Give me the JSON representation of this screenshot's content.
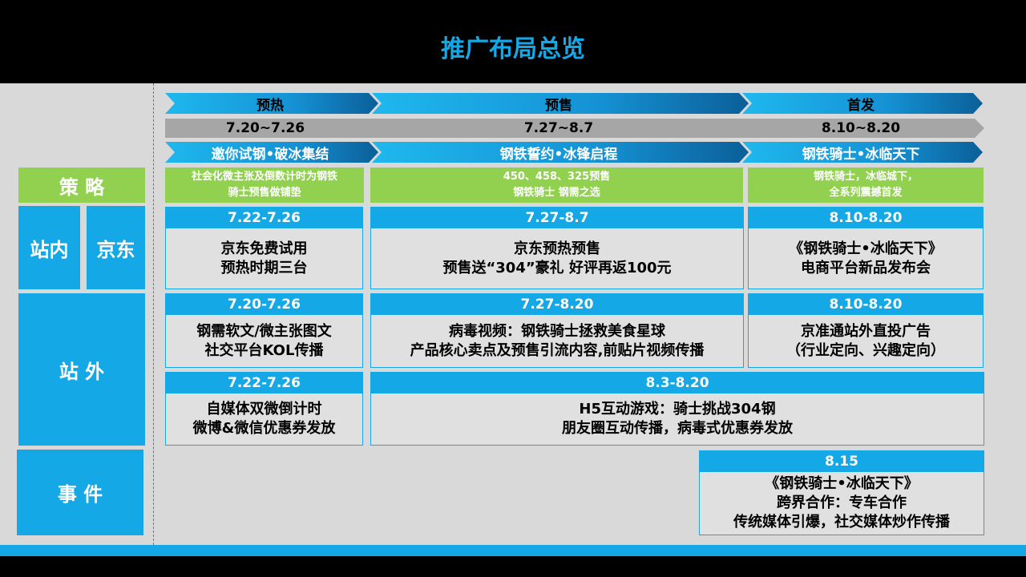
{
  "title": "推广布局总览",
  "phases": [
    {
      "label": "预热",
      "dates": "7.20~7.26",
      "theme": "邀你试钢•破冰集结"
    },
    {
      "label": "预售",
      "dates": "7.27~8.7",
      "theme": "钢铁誓约•冰锋启程"
    },
    {
      "label": "首发",
      "dates": "8.10~8.20",
      "theme": "钢铁骑士•冰临天下"
    }
  ],
  "rows": {
    "strategy": "策 略",
    "inside": "站内",
    "jd": "京东",
    "outside": "站 外",
    "event": "事 件"
  },
  "strategy": [
    [
      "社会化微主张及倒数计时为钢铁",
      "骑士预售做铺垫"
    ],
    [
      "450、458、325预售",
      "钢铁骑士 钢需之选"
    ],
    [
      "钢铁骑士，冰临城下，",
      "全系列震撼首发"
    ]
  ],
  "jd_cards": [
    {
      "date": "7.22-7.26",
      "lines": [
        "京东免费试用",
        "预热时期三台"
      ]
    },
    {
      "date": "7.27-8.7",
      "lines": [
        "京东预热预售",
        "预售送“304”豪礼  好评再返100元"
      ]
    },
    {
      "date": "8.10-8.20",
      "lines": [
        "《钢铁骑士•冰临天下》",
        "电商平台新品发布会"
      ]
    }
  ],
  "outside_cards_1": [
    {
      "date": "7.20-7.26",
      "lines": [
        "钢需软文/微主张图文",
        "社交平台KOL传播"
      ]
    },
    {
      "date": "7.27-8.20",
      "lines": [
        "病毒视频：钢铁骑士拯救美食星球",
        "产品核心卖点及预售引流内容,前贴片视频传播"
      ]
    },
    {
      "date": "8.10-8.20",
      "lines": [
        "京准通站外直投广告",
        "（行业定向、兴趣定向）"
      ]
    }
  ],
  "outside_cards_2": [
    {
      "date": "7.22-7.26",
      "lines": [
        "自媒体双微倒计时",
        "微博&微信优惠券发放"
      ]
    },
    {
      "date": "8.3-8.20",
      "lines": [
        "H5互动游戏：骑士挑战304钢",
        "朋友圈互动传播，病毒式优惠券发放"
      ]
    }
  ],
  "event_card": {
    "date": "8.15",
    "lines": [
      "《钢铁骑士•冰临天下》",
      "跨界合作：专车合作",
      "传统媒体引爆，社交媒体炒作传播"
    ]
  },
  "colors": {
    "accent": "#15a8e6",
    "green": "#92d050",
    "gray_bar": "#a6a6a6",
    "background": "#d9d9d9"
  }
}
